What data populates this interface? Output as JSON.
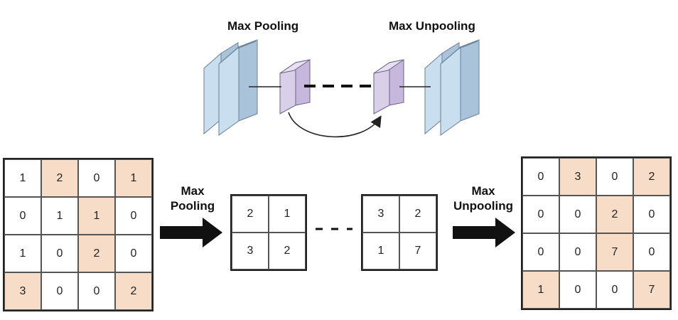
{
  "top": {
    "pool_label": "Max Pooling",
    "unpool_label": "Max Unpooling"
  },
  "colors": {
    "highlight": "#f7dcc8",
    "block_blue": "#c9dff0",
    "block_purple": "#d9cfe8"
  },
  "input_grid": [
    [
      {
        "v": "1",
        "h": false
      },
      {
        "v": "2",
        "h": true
      },
      {
        "v": "0",
        "h": false
      },
      {
        "v": "1",
        "h": true
      }
    ],
    [
      {
        "v": "0",
        "h": false
      },
      {
        "v": "1",
        "h": false
      },
      {
        "v": "1",
        "h": true
      },
      {
        "v": "0",
        "h": false
      }
    ],
    [
      {
        "v": "1",
        "h": false
      },
      {
        "v": "0",
        "h": false
      },
      {
        "v": "2",
        "h": true
      },
      {
        "v": "0",
        "h": false
      }
    ],
    [
      {
        "v": "3",
        "h": true
      },
      {
        "v": "0",
        "h": false
      },
      {
        "v": "0",
        "h": false
      },
      {
        "v": "2",
        "h": true
      }
    ]
  ],
  "pool_op": {
    "line1": "Max",
    "line2": "Pooling"
  },
  "pooled_a": [
    [
      "2",
      "1"
    ],
    [
      "3",
      "2"
    ]
  ],
  "pooled_b": [
    [
      "3",
      "2"
    ],
    [
      "1",
      "7"
    ]
  ],
  "unpool_op": {
    "line1": "Max",
    "line2": "Unpooling"
  },
  "output_grid": [
    [
      {
        "v": "0",
        "h": false
      },
      {
        "v": "3",
        "h": true
      },
      {
        "v": "0",
        "h": false
      },
      {
        "v": "2",
        "h": true
      }
    ],
    [
      {
        "v": "0",
        "h": false
      },
      {
        "v": "0",
        "h": false
      },
      {
        "v": "2",
        "h": true
      },
      {
        "v": "0",
        "h": false
      }
    ],
    [
      {
        "v": "0",
        "h": false
      },
      {
        "v": "0",
        "h": false
      },
      {
        "v": "7",
        "h": true
      },
      {
        "v": "0",
        "h": false
      }
    ],
    [
      {
        "v": "1",
        "h": true
      },
      {
        "v": "0",
        "h": false
      },
      {
        "v": "0",
        "h": false
      },
      {
        "v": "7",
        "h": true
      }
    ]
  ]
}
